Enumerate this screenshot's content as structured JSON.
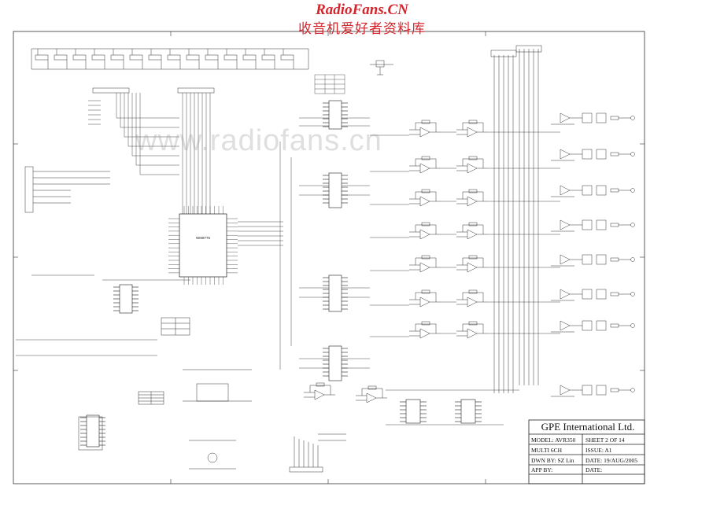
{
  "watermark": {
    "site": "RadioFans.CN",
    "site_cn": "收音机爱好者资料库",
    "faint": "www.radiofans.cn"
  },
  "schematic": {
    "main_ic_label": "WM8775"
  },
  "title_block": {
    "company": "GPE International Ltd.",
    "model": "MODEL: AVR350",
    "sheet": "SHEET  2  OF 14",
    "multi": "MULTI  6CH",
    "issue": "ISSUE: A1",
    "drawn_by": "DWN BY: SZ Lin",
    "date": "DATE: 19/AUG/2005",
    "approved_by": "APP BY:",
    "app_date": "DATE:"
  },
  "colors": {
    "watermark_red": "#d2262c",
    "line": "#222222"
  }
}
